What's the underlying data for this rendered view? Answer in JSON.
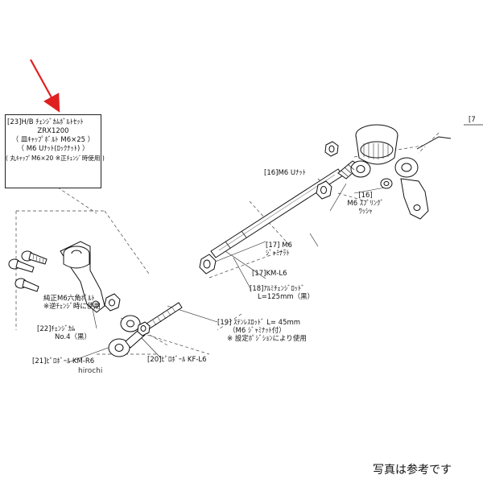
{
  "callout_23": {
    "lines": [
      "[23]H/B ﾁｪﾝｼﾞｶﾑﾎﾞﾙﾄｾｯﾄ",
      "ZRX1200",
      "（ 皿ｷｬｯﾌﾟﾎﾞﾙﾄ M6×25 ）",
      "（ M6 Uﾅｯﾄ(ﾛｯｸﾅｯﾄ) ）",
      "( 丸ｷｬｯﾌﾟM6×20 ※正ﾁｪﾝｼﾞ時使用 )"
    ]
  },
  "labels": {
    "p7": "[7",
    "p16_nut": "[16]M6 Uﾅｯﾄ",
    "p16_washer_num": "[16]",
    "p16_washer_1": "M6 ｽﾌﾟﾘﾝｸﾞ",
    "p16_washer_2": "ﾜｯｼｬ",
    "p17_jam_1": "[17] M6",
    "p17_jam_2": "ｼﾞｬﾐﾅｯﾄ",
    "p17_km": "[17]KM-L6",
    "p18_1": "[18]ｱﾙﾐﾁｪﾝｼﾞﾛｯﾄﾞ",
    "p18_2": "L=125mm（黒）",
    "oem_bolt_1": "純正M6六角ﾎﾞﾙﾄ",
    "oem_bolt_2": "※逆ﾁｪﾝｼﾞ時に使用",
    "p22_1": "[22]ﾁｪﾝｼﾞｶﾑ",
    "p22_2": "No.4（黒）",
    "p21": "[21]ﾋﾟﾛﾎﾞｰﾙ KM-R6",
    "p19_1": "[19] ｽﾃﾝﾚｽﾛｯﾄﾞ L= 45mm",
    "p19_2": "（M6 ｼﾞｬﾐﾅｯﾄ付）",
    "p19_3": "※ 設定ﾎﾟｼﾞｼｮﾝにより使用",
    "p20": "[20]ﾋﾟﾛﾎﾞｰﾙ KF-L6"
  },
  "watermark": "hirochi",
  "caption": "写真は参考です",
  "colors": {
    "arrow": "#e02020",
    "ink": "#111111",
    "background": "#ffffff"
  }
}
